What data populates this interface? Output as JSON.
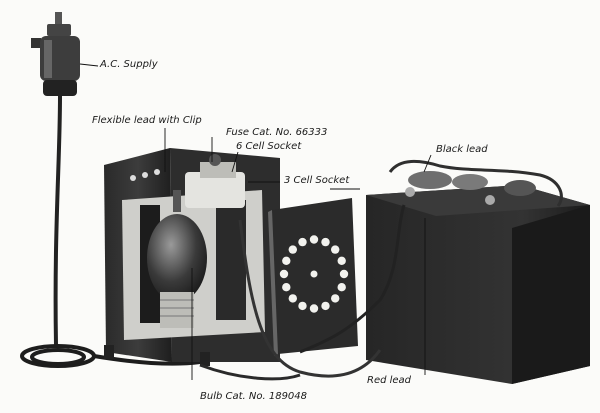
{
  "labels": {
    "ac_supply": "A.C. Supply",
    "flexible_lead": "Flexible lead with Clip",
    "fuse": "Fuse Cat. No. 66333",
    "six_cell": "6 Cell Socket",
    "three_cell": "3 Cell Socket",
    "black_lead": "Black lead",
    "red_lead": "Red lead",
    "bulb": "Bulb Cat. No. 189048"
  }
}
